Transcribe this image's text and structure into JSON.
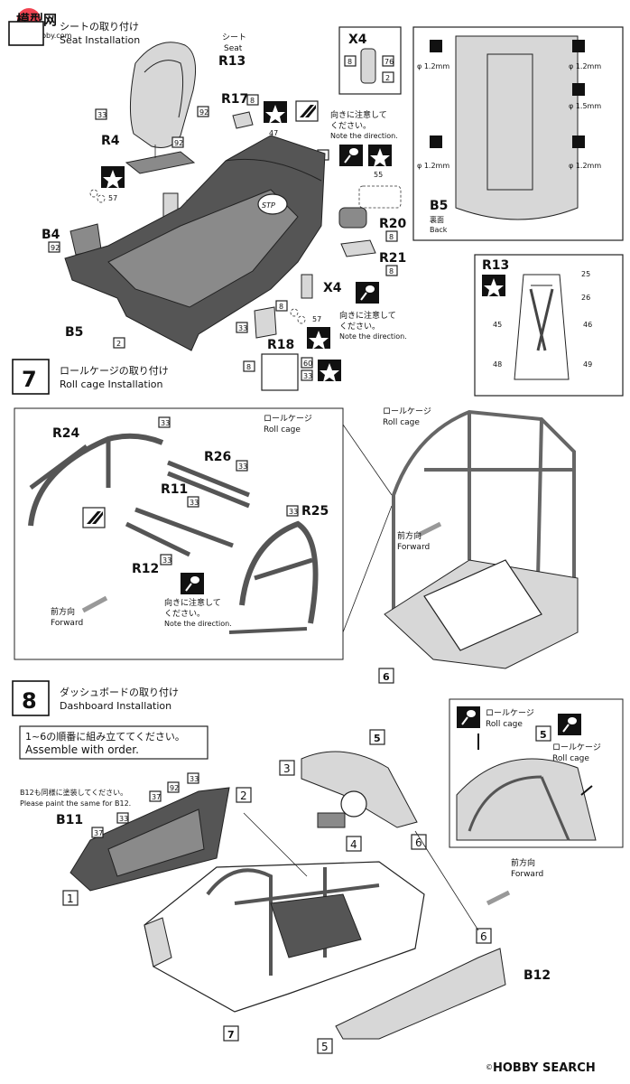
{
  "watermark_top": "模型网",
  "watermark_top_sub": "cn.hobby.com",
  "step6": {
    "title_ja": "シートの取り付け",
    "title_en": "Seat Installation",
    "labels": {
      "seat_ja": "シート",
      "seat_en": "Seat",
      "r13": "R13",
      "r17": "R17",
      "r4": "R4",
      "x4a": "X4",
      "b4": "B4",
      "b5": "B5",
      "r20": "R20",
      "r21": "R21",
      "x4b": "X4",
      "r18": "R18"
    },
    "callouts": {
      "c33a": "33",
      "c92a": "92",
      "c92b": "92",
      "c92c": "92",
      "c57a": "57",
      "c8a": "8",
      "c47": "47",
      "c2a": "2",
      "c55": "55",
      "c8b": "8",
      "c8c": "8",
      "c8d": "8",
      "c33b": "33",
      "c57b": "57",
      "c8e": "8",
      "c60": "60",
      "c33c": "33",
      "c2b": "2"
    },
    "note1_ja": "向きに注意して",
    "note1_ja2": "ください。",
    "note1_en": "Note the direction.",
    "note2_ja": "向きに注意して",
    "note2_ja2": "ください。",
    "note2_en": "Note the direction."
  },
  "x4_box": {
    "label": "X4",
    "c8": "8",
    "c76": "76",
    "c2": "2"
  },
  "b5_box": {
    "d1": "φ 1.2mm",
    "d2": "φ 1.2mm",
    "d3": "φ 1.5mm",
    "d4": "φ 1.2mm",
    "d5": "φ 1.2mm",
    "label": "B5",
    "sub_ja": "裏面",
    "sub_en": "Back"
  },
  "r13_box": {
    "label": "R13",
    "c25": "25",
    "c26": "26",
    "c45": "45",
    "c46": "46",
    "c48": "48",
    "c49": "49"
  },
  "step7": {
    "num": "7",
    "title_ja": "ロールケージの取り付け",
    "title_en": "Roll cage Installation",
    "rollcage_ja": "ロールケージ",
    "rollcage_en": "Roll cage",
    "rollcage2_ja": "ロールケージ",
    "rollcage2_en": "Roll cage",
    "r24": "R24",
    "r26": "R26",
    "r11": "R11",
    "r25": "R25",
    "r12": "R12",
    "c33": "33",
    "note_ja": "向きに注意して",
    "note_ja2": "ください。",
    "note_en": "Note the direction.",
    "fwd_ja": "前方向",
    "fwd_en": "Forward",
    "fwd2_ja": "前方向",
    "fwd2_en": "Forward",
    "ref6": "6"
  },
  "step8": {
    "num": "8",
    "title_ja": "ダッシュボードの取り付け",
    "title_en": "Dashboard Installation",
    "order_ja": "1~6の順番に組み立ててください。",
    "order_en": "Assemble with order.",
    "paint_ja": "B12も同様に塗装してください。",
    "paint_en": "Please paint the same for B12.",
    "b11": "B11",
    "b12": "B12",
    "c37a": "37",
    "c92": "92",
    "c33a": "33",
    "c37b": "37",
    "c33b": "33",
    "n1": "1",
    "n2": "2",
    "n3": "3",
    "n4": "4",
    "n5": "5",
    "n6a": "6",
    "n6b": "6",
    "ref5a": "5",
    "ref5b": "5",
    "ref7": "7",
    "rc_ja": "ロールケージ",
    "rc_en": "Roll cage",
    "rc2_ja": "ロールケージ",
    "rc2_en": "Roll cage",
    "fwd_ja": "前方向",
    "fwd_en": "Forward"
  },
  "watermark_bottom": "HOBBY SEARCH"
}
